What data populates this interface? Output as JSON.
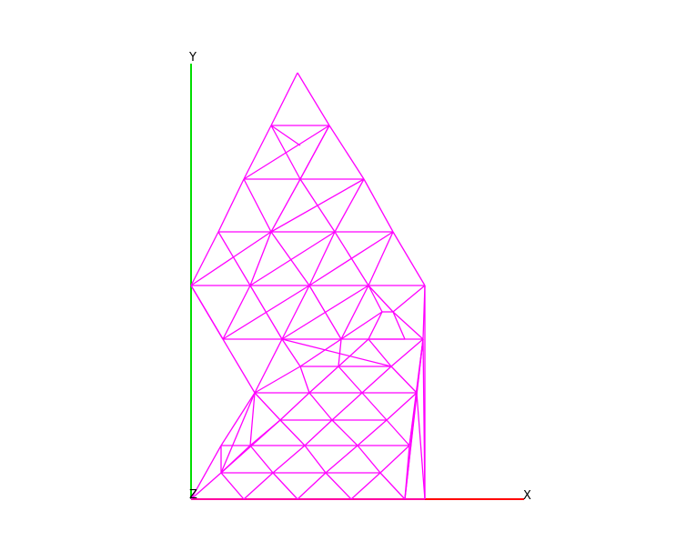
{
  "axes": {
    "x_label": "X",
    "y_label": "Y",
    "z_label": "Z",
    "x_color": "#ff0000",
    "y_color": "#00dd00"
  },
  "mesh": {
    "color": "#ff00ff",
    "description_icon": "triangular-mesh"
  }
}
